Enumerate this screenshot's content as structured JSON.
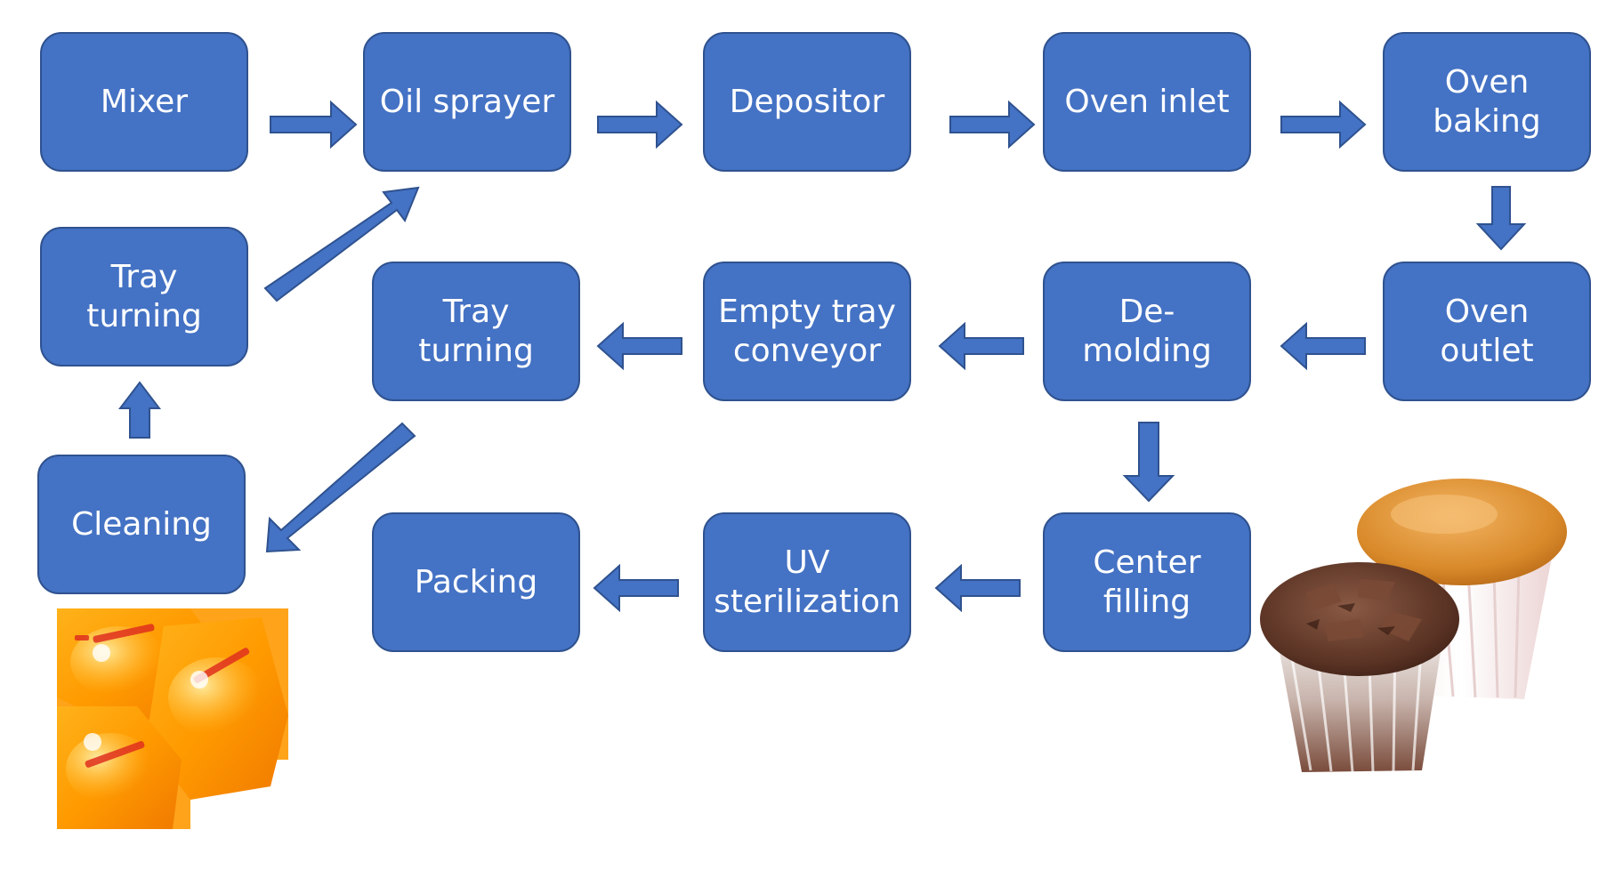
{
  "colors": {
    "box_fill": "#4472c4",
    "box_border": "#2f528f",
    "text": "#ffffff",
    "background": "#ffffff"
  },
  "nodes": {
    "mixer": "Mixer",
    "oil_sprayer": "Oil sprayer",
    "depositor": "Depositor",
    "oven_inlet": "Oven inlet",
    "oven_baking": "Oven\nbaking",
    "oven_outlet": "Oven\noutlet",
    "demolding": "De-\nmolding",
    "empty_tray_conveyor": "Empty tray\nconveyor",
    "tray_turning_mid": "Tray\nturning",
    "tray_turning_left": "Tray\nturning",
    "cleaning": "Cleaning",
    "center_filling": "Center\nfilling",
    "uv_sterilization": "UV\nsterilization",
    "packing": "Packing"
  },
  "images": {
    "packaged_cakes": "packaged cakes photo",
    "muffins": "muffins photo"
  }
}
